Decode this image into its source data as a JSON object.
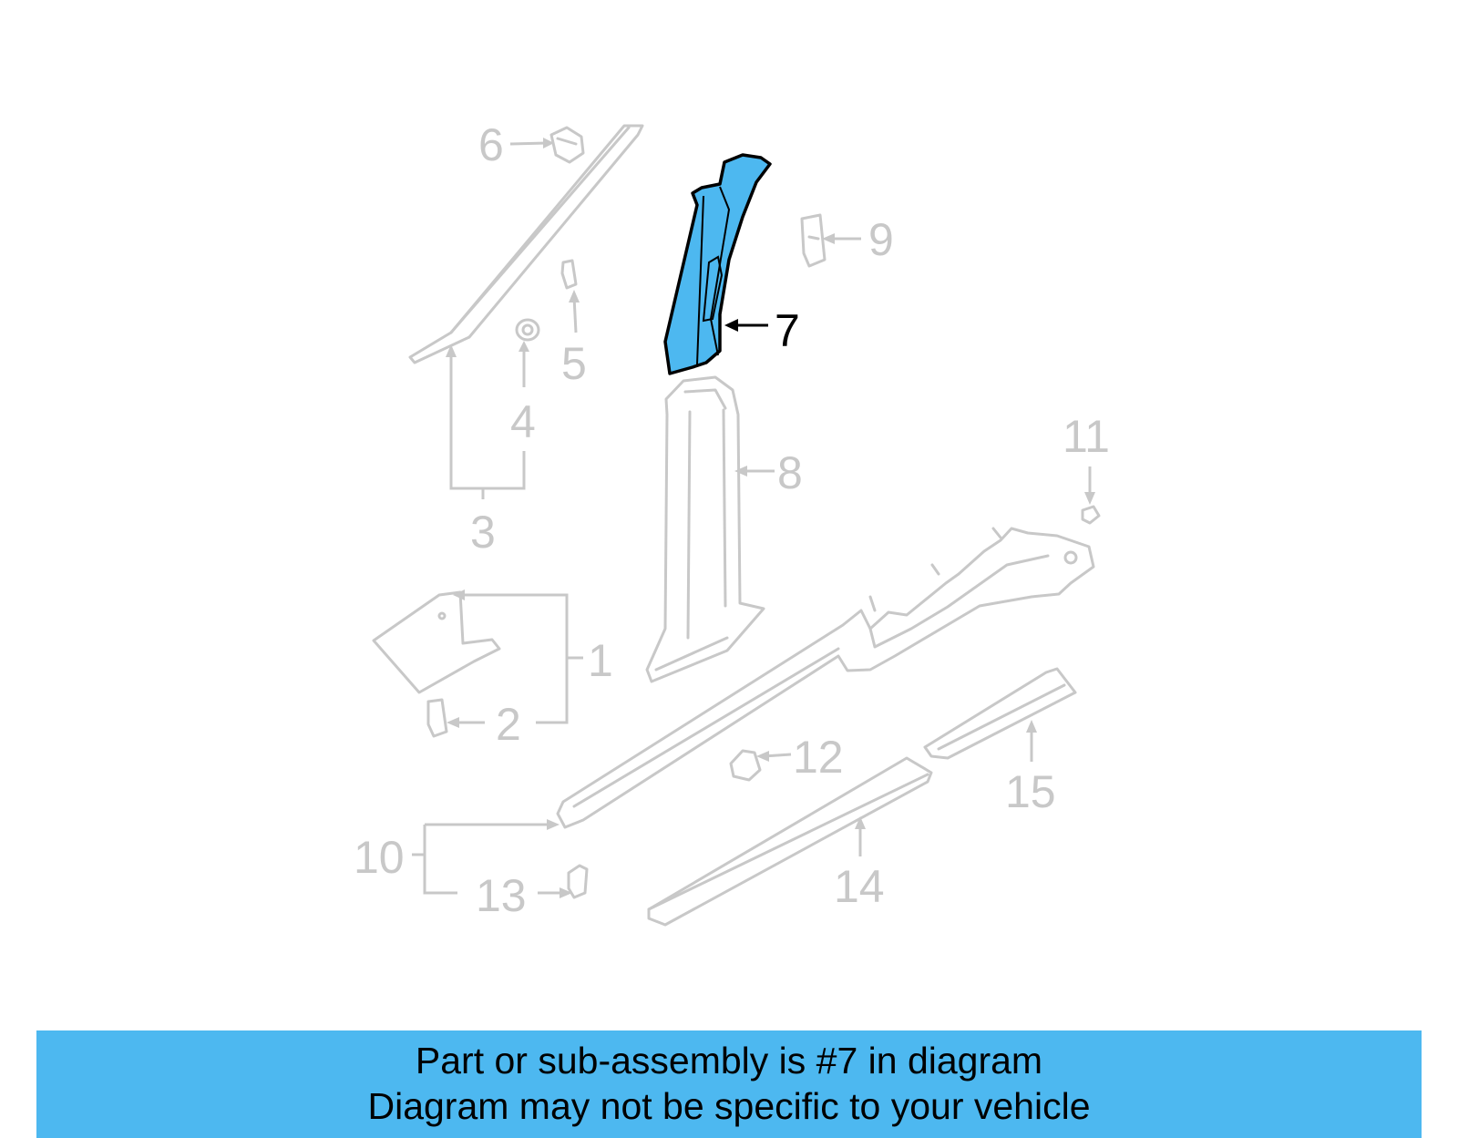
{
  "callouts": {
    "c1": "1",
    "c2": "2",
    "c3": "3",
    "c4": "4",
    "c5": "5",
    "c6": "6",
    "c7": "7",
    "c8": "8",
    "c9": "9",
    "c10": "10",
    "c11": "11",
    "c12": "12",
    "c13": "13",
    "c14": "14",
    "c15": "15"
  },
  "highlight": {
    "part_number": "7",
    "color": "#4db8f0",
    "dim_color": "#c8c8c8"
  },
  "banner": {
    "line1": "Part or sub-assembly is #7 in diagram",
    "line2": "Diagram may not be specific to your vehicle",
    "color": "#4db8f0"
  }
}
